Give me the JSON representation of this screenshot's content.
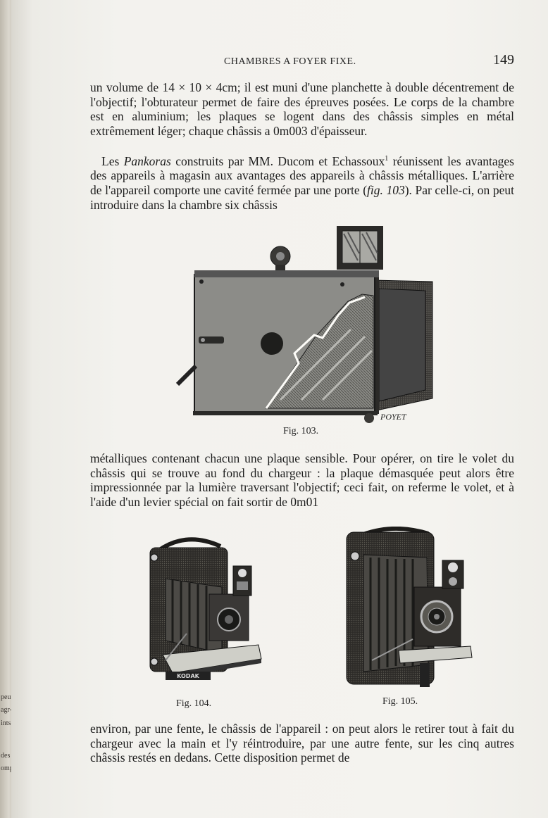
{
  "prev_page_fragments": [
    "peut",
    "agr-",
    "ints-",
    "des",
    "ompe"
  ],
  "header": {
    "title": "CHAMBRES A FOYER FIXE.",
    "page_number": "149"
  },
  "paragraphs": {
    "p1": "un volume de 14 × 10 × 4cm; il est muni d'une planchette à double décentrement de l'objectif; l'obturateur permet de faire des épreuves posées. Le corps de la chambre est en aluminium; les plaques se logent dans des châssis simples en métal extrêmement léger; chaque châssis a 0m003 d'épaisseur.",
    "p2_start": "Les ",
    "p2_brand": "Pankoras",
    "p2_mid": " construits par MM. Ducom et Echassoux",
    "p2_footnote": "1",
    "p2_rest": " réunissent les avantages des appareils à magasin aux avantages des appareils à châssis métalliques. L'arrière de l'appareil comporte une cavité fermée par une porte (",
    "p2_figref": "fig. 103",
    "p2_end": "). Par celle-ci, on peut introduire dans la chambre six châssis",
    "p3": "métalliques contenant chacun une plaque sensible. Pour opérer, on tire le volet du châssis qui se trouve au fond du chargeur : la plaque démasquée peut alors être impressionnée par la lumière traversant l'objectif; ceci fait, on referme le volet, et à l'aide d'un levier spécial on fait sortir de 0m01",
    "p4": "environ, par une fente, le châssis de l'appareil : on peut alors le retirer tout à fait du chargeur avec la main et l'y réintroduire, par une autre fente, sur les cinq autres châssis restés en dedans. Cette disposition permet de"
  },
  "figures": {
    "fig103": {
      "caption": "Fig. 103.",
      "signature": "POYET"
    },
    "fig104": {
      "caption": "Fig. 104.",
      "brand_plate": "KODAK"
    },
    "fig105": {
      "caption": "Fig. 105."
    }
  }
}
